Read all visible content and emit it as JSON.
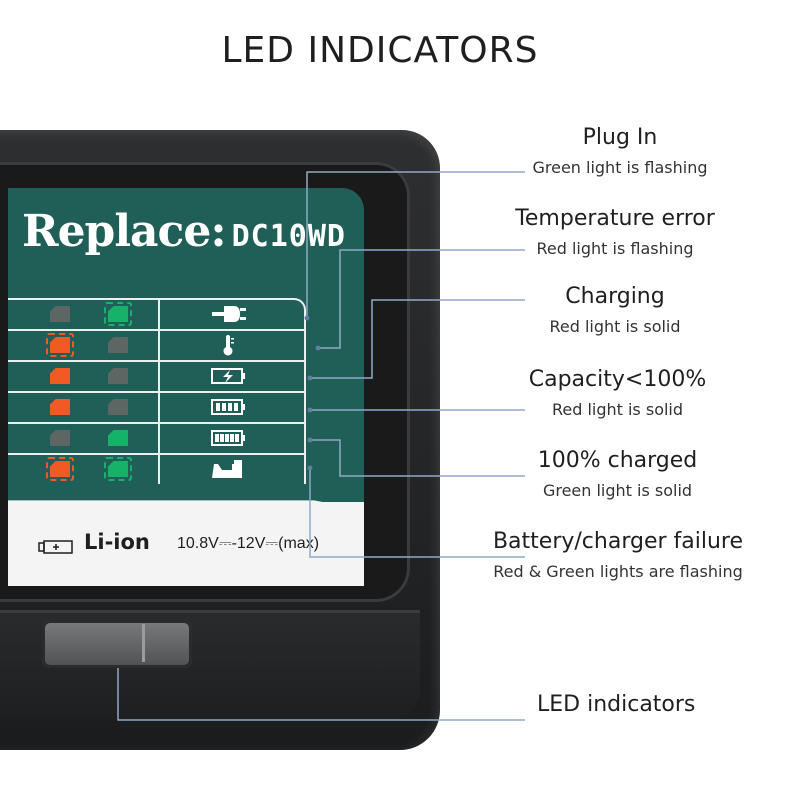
{
  "page_title": "LED INDICATORS",
  "charger_label": {
    "brand": "Replace:",
    "model": "DC10WD",
    "chemistry": "Li-ion",
    "voltage": "10.8V⎓-12V⎓(max)"
  },
  "led_rows": [
    {
      "red": "off",
      "green": "flashing",
      "icon": "plug-icon"
    },
    {
      "red": "flashing",
      "green": "off",
      "icon": "thermometer-icon"
    },
    {
      "red": "solid",
      "green": "off",
      "icon": "charging-battery-icon"
    },
    {
      "red": "solid",
      "green": "off",
      "icon": "battery-partial-icon"
    },
    {
      "red": "off",
      "green": "solid",
      "icon": "battery-full-icon"
    },
    {
      "red": "flashing",
      "green": "flashing",
      "icon": "battery-fault-icon"
    }
  ],
  "annotations": [
    {
      "title": "Plug In",
      "desc": "Green light is flashing"
    },
    {
      "title": "Temperature error",
      "desc": "Red light is flashing"
    },
    {
      "title": "Charging",
      "desc": "Red light is solid"
    },
    {
      "title": "Capacity<100%",
      "desc": "Red light is solid"
    },
    {
      "title": "100% charged",
      "desc": "Green light is solid"
    },
    {
      "title": "Battery/charger failure",
      "desc": "Red & Green lights are flashing"
    }
  ],
  "bottom_annotation": "LED indicators",
  "colors": {
    "panel_green": "#1f5f57",
    "led_red": "#f15a22",
    "led_green": "#17b26a",
    "led_off": "#5e6664",
    "connector_line": "#8fa9c7"
  }
}
